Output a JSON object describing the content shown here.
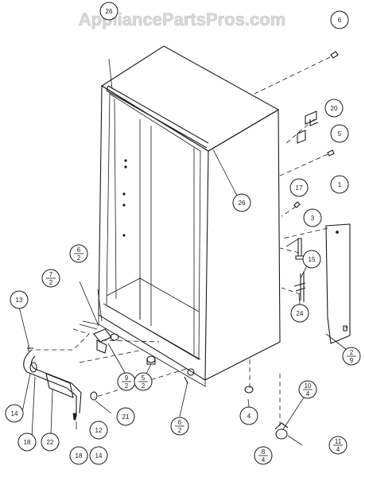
{
  "watermark": "AppliancePartsPros.com",
  "callouts": [
    {
      "id": "c26a",
      "label": "26"
    },
    {
      "id": "c26b",
      "label": "26"
    },
    {
      "id": "c6",
      "label": "6"
    },
    {
      "id": "c20",
      "label": "20"
    },
    {
      "id": "c5",
      "label": "5"
    },
    {
      "id": "c17",
      "label": "17"
    },
    {
      "id": "c1",
      "label": "1"
    },
    {
      "id": "c3",
      "label": "3"
    },
    {
      "id": "c15",
      "label": "15"
    },
    {
      "id": "c24",
      "label": "24"
    },
    {
      "id": "c2_9",
      "num": "2",
      "den": "9"
    },
    {
      "id": "c6_2a",
      "num": "6",
      "den": "2"
    },
    {
      "id": "c7_2",
      "num": "7",
      "den": "2"
    },
    {
      "id": "c13",
      "label": "13"
    },
    {
      "id": "c9_2",
      "num": "9",
      "den": "2"
    },
    {
      "id": "c5_2",
      "num": "5",
      "den": "2"
    },
    {
      "id": "c6_2b",
      "num": "6",
      "den": "2"
    },
    {
      "id": "c21",
      "label": "21"
    },
    {
      "id": "c12",
      "label": "12"
    },
    {
      "id": "c14a",
      "label": "14"
    },
    {
      "id": "c14b",
      "label": "14"
    },
    {
      "id": "c18a",
      "label": "18"
    },
    {
      "id": "c18b",
      "label": "18"
    },
    {
      "id": "c22",
      "label": "22"
    },
    {
      "id": "c4",
      "label": "4"
    },
    {
      "id": "c10_4",
      "num": "10",
      "den": "4"
    },
    {
      "id": "c8_4",
      "num": "8",
      "den": "4"
    },
    {
      "id": "c11_4",
      "num": "11",
      "den": "4"
    }
  ]
}
